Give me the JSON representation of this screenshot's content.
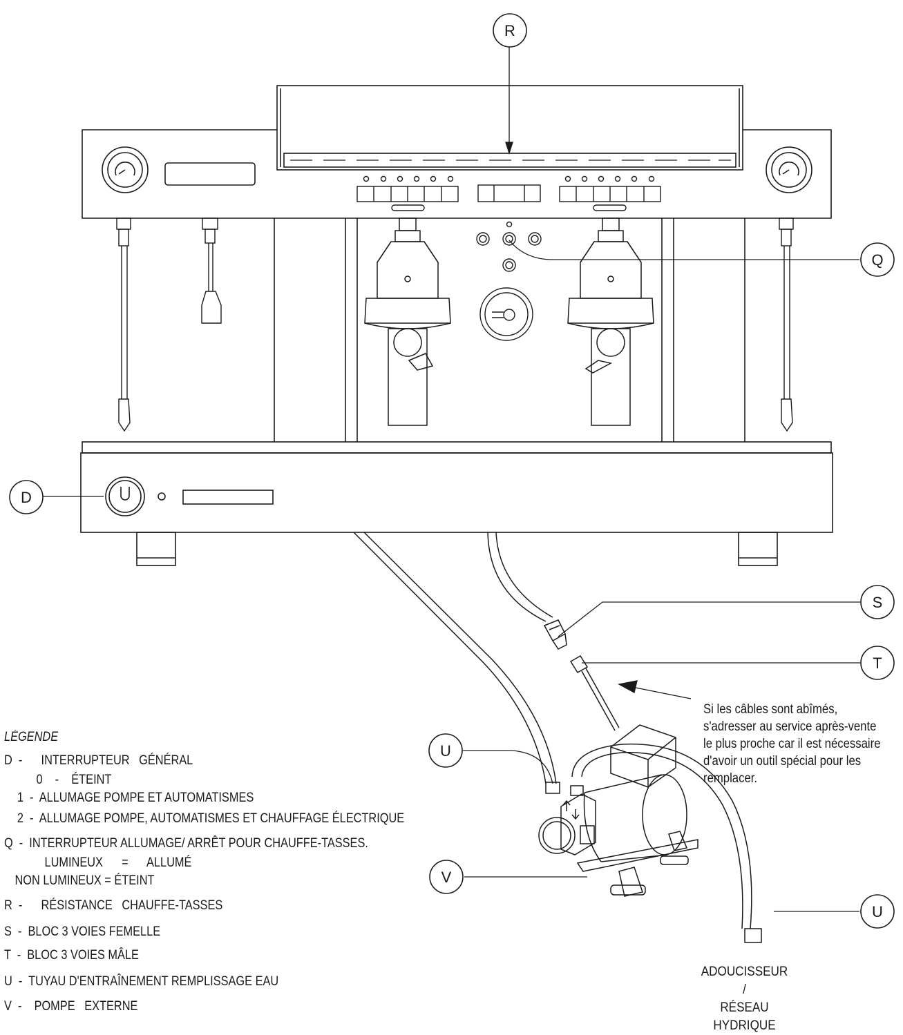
{
  "callouts": {
    "R": "R",
    "Q": "Q",
    "D": "D",
    "S": "S",
    "T": "T",
    "U_left": "U",
    "U_right": "U",
    "V": "V"
  },
  "legend": {
    "title": "LÉGENDE",
    "lines": [
      "D  -      INTERRUPTEUR   GÉNÉRAL",
      "0    -    ÉTEINT",
      "1  -  ALLUMAGE POMPE ET AUTOMATISMES",
      "2  -  ALLUMAGE POMPE, AUTOMATISMES ET CHAUFFAGE ÉLECTRIQUE",
      "Q  -  INTERRUPTEUR ALLUMAGE/ ARRÊT POUR CHAUFFE-TASSES.",
      "LUMINEUX      =      ALLUMÉ",
      "NON LUMINEUX = ÉTEINT",
      "R  -      RÉSISTANCE   CHAUFFE-TASSES",
      "S  -  BLOC 3 VOIES FEMELLE",
      "T  -  BLOC 3 VOIES MÂLE",
      "U  -  TUYAU D'ENTRAÎNEMENT REMPLISSAGE EAU",
      "V  -    POMPE   EXTERNE"
    ]
  },
  "note": {
    "lines": [
      "Si les câbles sont abîmés,",
      "s'adresser au service après-vente",
      "le plus proche car il est nécessaire",
      "d'avoir un outil spécial pour les",
      "remplacer."
    ]
  },
  "destination": {
    "line1": "ADOUCISSEUR",
    "line2": "/",
    "line3": "RÉSEAU HYDRIQUE"
  }
}
